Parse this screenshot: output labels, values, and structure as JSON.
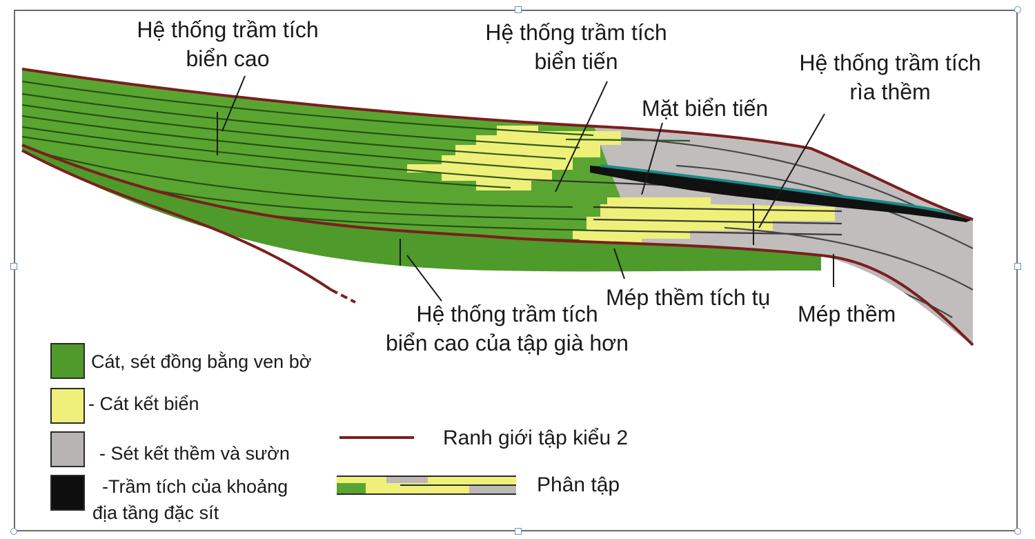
{
  "labels": {
    "he_thong_bien_cao_l1": "Hệ thống trầm tích",
    "he_thong_bien_cao_l2": "biển cao",
    "he_thong_bien_tien_l1": "Hệ thống trầm tích",
    "he_thong_bien_tien_l2": "biển tiến",
    "he_thong_ria_them_l1": "Hệ thống trầm tích",
    "he_thong_ria_them_l2": "rìa thềm",
    "mat_bien_tien": "Mặt biển tiến",
    "mep_them_tich_tu": "Mép thềm tích tụ",
    "mep_them": "Mép thềm",
    "tap_gia_hon_l1": "Hệ thống trầm tích",
    "tap_gia_hon_l2": "biển cao của tập già hơn"
  },
  "legend": {
    "items": [
      {
        "label": "Cát, sét  đồng bằng ven bờ",
        "color": "#4f9a2a"
      },
      {
        "label": "- Cát kết biển",
        "color": "#eef07a"
      },
      {
        "label": "- Sét kết thềm và sườn",
        "color": "#b8b4b4"
      },
      {
        "label": "-Trầm tích của khoảng",
        "label2": "địa tầng đặc sít",
        "color": "#0e0e0e"
      }
    ],
    "boundary_label": "Ranh giới tập kiểu 2",
    "parasequence_label": "Phân tập"
  },
  "colors": {
    "green": "#5aa531",
    "yellow": "#eef07a",
    "grey": "#bdb8b8",
    "dark_red": "#7a1f1f",
    "black": "#101010"
  }
}
